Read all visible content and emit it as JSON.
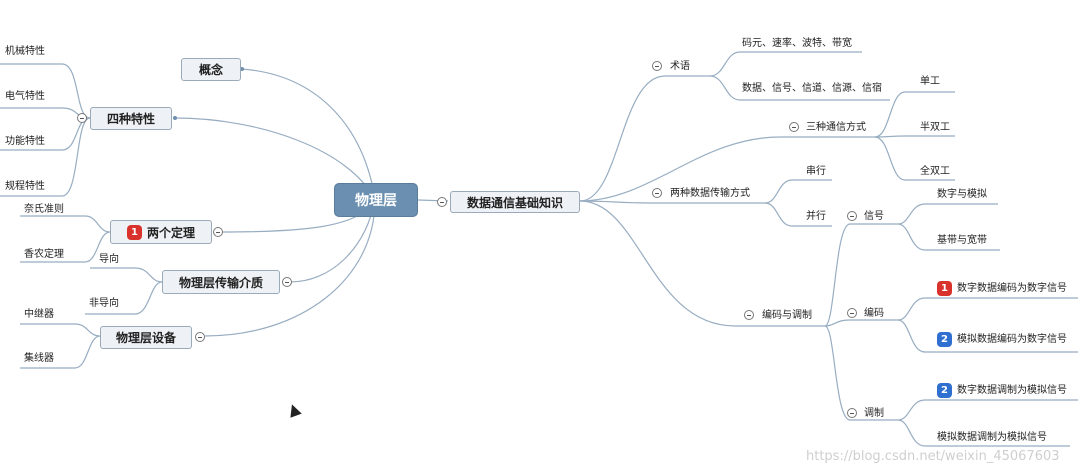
{
  "root": "物理层",
  "left": {
    "concept": "概念",
    "four_features": "四种特性",
    "features": [
      "机械特性",
      "电气特性",
      "功能特性",
      "规程特性"
    ],
    "theorems": "两个定理",
    "theorem_items": [
      "奈氏准则",
      "香农定理"
    ],
    "media": "物理层传输介质",
    "media_items": [
      "导向",
      "非导向"
    ],
    "devices": "物理层设备",
    "device_items": [
      "中继器",
      "集线器"
    ]
  },
  "right": {
    "main": "数据通信基础知识",
    "terms": "术语",
    "term_items": [
      "码元、速率、波特、带宽",
      "数据、信号、信道、信源、信宿"
    ],
    "comm_modes": "三种通信方式",
    "comm_items": [
      "单工",
      "半双工",
      "全双工"
    ],
    "transmission": "两种数据传输方式",
    "trans_items": [
      "串行",
      "并行"
    ],
    "coding": "编码与调制",
    "signal": "信号",
    "signal_items": [
      "数字与模拟",
      "基带与宽带"
    ],
    "encode": "编码",
    "encode_items": [
      "数字数据编码为数字信号",
      "模拟数据编码为数字信号"
    ],
    "modulate": "调制",
    "modulate_items": [
      "数字数据调制为模拟信号",
      "模拟数据调制为模拟信号"
    ]
  },
  "badges": {
    "one": "1",
    "two": "2"
  },
  "badge_colors": {
    "red": "#d9312b",
    "blue": "#2f6fd0"
  },
  "watermark": "https://blog.csdn.net/weixin_45067603"
}
